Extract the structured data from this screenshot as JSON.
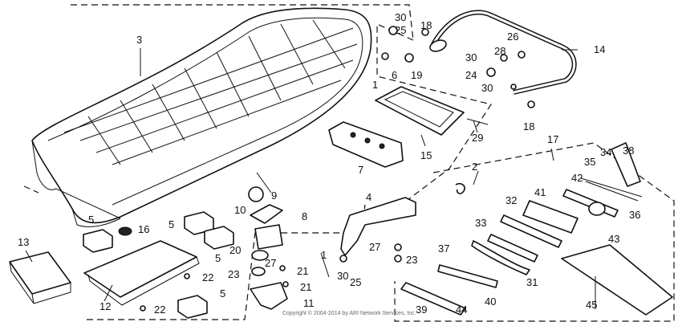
{
  "diagram": {
    "copyright": "Copyright © 2004-2014 by ARI Network Services, Inc.",
    "labels": {
      "p1": "1",
      "p2": "2",
      "p3": "3",
      "p4": "4",
      "p5a": "5",
      "p5b": "5",
      "p5c": "5",
      "p5d": "5",
      "p6": "6",
      "p7": "7",
      "p8": "8",
      "p9": "9",
      "p10": "10",
      "p11": "11",
      "p12": "12",
      "p13": "13",
      "p14": "14",
      "p15": "15",
      "p16": "16",
      "p17": "17",
      "p18a": "18",
      "p18b": "18",
      "p19": "19",
      "p20": "20",
      "p21a": "21",
      "p21b": "21",
      "p22a": "22",
      "p22b": "22",
      "p23a": "23",
      "p23b": "23",
      "p24": "24",
      "p25a": "25",
      "p25b": "25",
      "p26": "26",
      "p27a": "27",
      "p27b": "27",
      "p28": "28",
      "p29": "29",
      "p30a": "30",
      "p30b": "30",
      "p30c": "30",
      "p30d": "30",
      "p31": "31",
      "p32": "32",
      "p33": "33",
      "p34": "34",
      "p35": "35",
      "p36": "36",
      "p37": "37",
      "p38": "38",
      "p39": "39",
      "p40": "40",
      "p41": "41",
      "p42": "42",
      "p43": "43",
      "p44": "44",
      "p45": "45"
    }
  }
}
